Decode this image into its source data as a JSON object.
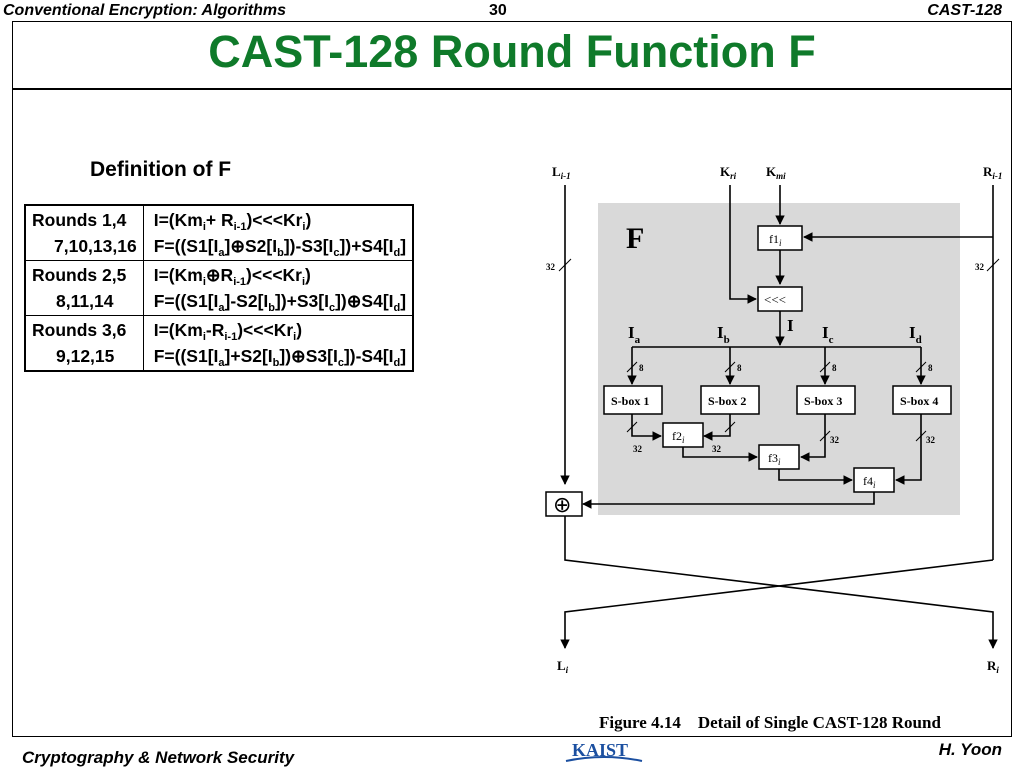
{
  "header": {
    "left": "Conventional Encryption: Algorithms",
    "page_number": "30",
    "right": "CAST-128"
  },
  "title": "CAST-128 Round Function F",
  "definition_label": "Definition of F",
  "table": {
    "groups": [
      {
        "rounds_1": "Rounds 1,4",
        "rounds_2": "7,10,13,16",
        "i_pre": "I=(Km",
        "i_op": "+ R",
        "f_text": "F=((S1[I",
        "i_line": "I=(Kmi+ Ri-1)<<<Kri",
        "f_line": "F=((S1[Ia]⊕S2[Ib])-S3[Ic])+S4[Id]"
      },
      {
        "rounds_1": "Rounds 2,5",
        "rounds_2": "8,11,14",
        "i_line": "I=(Kmi⊕Ri-1)<<<Kri",
        "f_line": "F=((S1[Ia]-S2[Ib])+S3[Ic])⊕S4[Id]"
      },
      {
        "rounds_1": "Rounds 3,6",
        "rounds_2": "9,12,15",
        "i_line": "I=(Kmi-Ri-1)<<<Kri",
        "f_line": "F=((S1[Ia]+S2[Ib])⊕S3[Ic])-S4[Id]"
      }
    ]
  },
  "diagram": {
    "box_label": "F",
    "inputs": {
      "left": "L",
      "left_sub": "i-1",
      "kr": "K",
      "kr_sub": "ri",
      "km": "K",
      "km_sub": "mi",
      "right": "R",
      "right_sub": "i-1"
    },
    "outputs": {
      "left": "L",
      "left_sub": "i",
      "right": "R",
      "right_sub": "i"
    },
    "width_32": "32",
    "width_8": "8",
    "f1": "f1",
    "f2": "f2",
    "f3": "f3",
    "f4": "f4",
    "f_sub": "i",
    "rotate": "<<<",
    "i_label": "I",
    "ia": "I",
    "ia_sub": "a",
    "ib": "I",
    "ib_sub": "b",
    "ic": "I",
    "ic_sub": "c",
    "id": "I",
    "id_sub": "d",
    "sboxes": [
      "S-box 1",
      "S-box 2",
      "S-box 3",
      "S-box 4"
    ],
    "xor_symbol": "⊕"
  },
  "caption": "Figure 4.14    Detail of Single CAST-128 Round",
  "footer": {
    "left": "Cryptography & Network Security",
    "logo": "KAIST",
    "right": "H. Yoon"
  },
  "colors": {
    "title": "#0f7a2a",
    "f_box_fill": "#d9d9d9",
    "logo": "#1b4fa0"
  }
}
